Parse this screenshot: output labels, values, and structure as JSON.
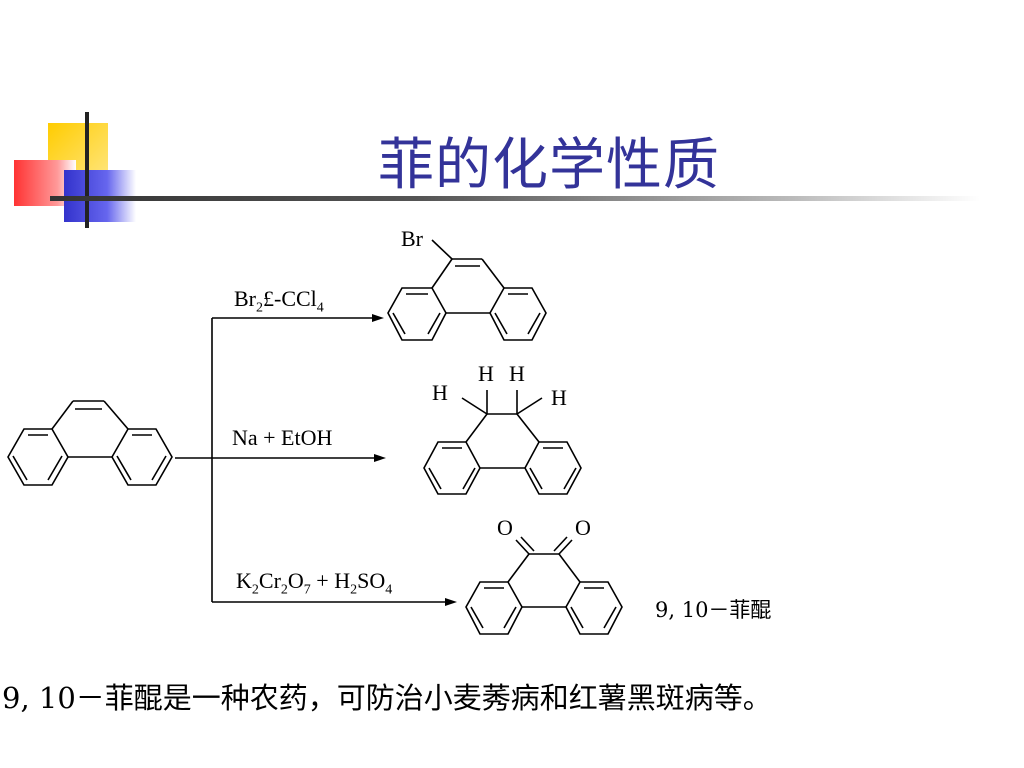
{
  "slide": {
    "title": "菲的化学性质",
    "footer_note": "9, 10－菲醌是一种农药，可防治小麦莠病和红薯黑斑病等。"
  },
  "reactions": [
    {
      "reagent_parts": [
        "Br",
        "2",
        "£-CCl",
        "4"
      ],
      "product_atoms": [
        "Br"
      ]
    },
    {
      "reagent": "Na +  EtOH",
      "product_atoms": [
        "H",
        "H",
        "H",
        "H"
      ]
    },
    {
      "reagent_parts": [
        "K",
        "2",
        "Cr",
        "2",
        "O",
        "7",
        " + H",
        "2",
        "SO",
        "4"
      ],
      "product_atoms": [
        "O",
        "O"
      ],
      "product_name": "9, 10－菲醌"
    }
  ]
}
